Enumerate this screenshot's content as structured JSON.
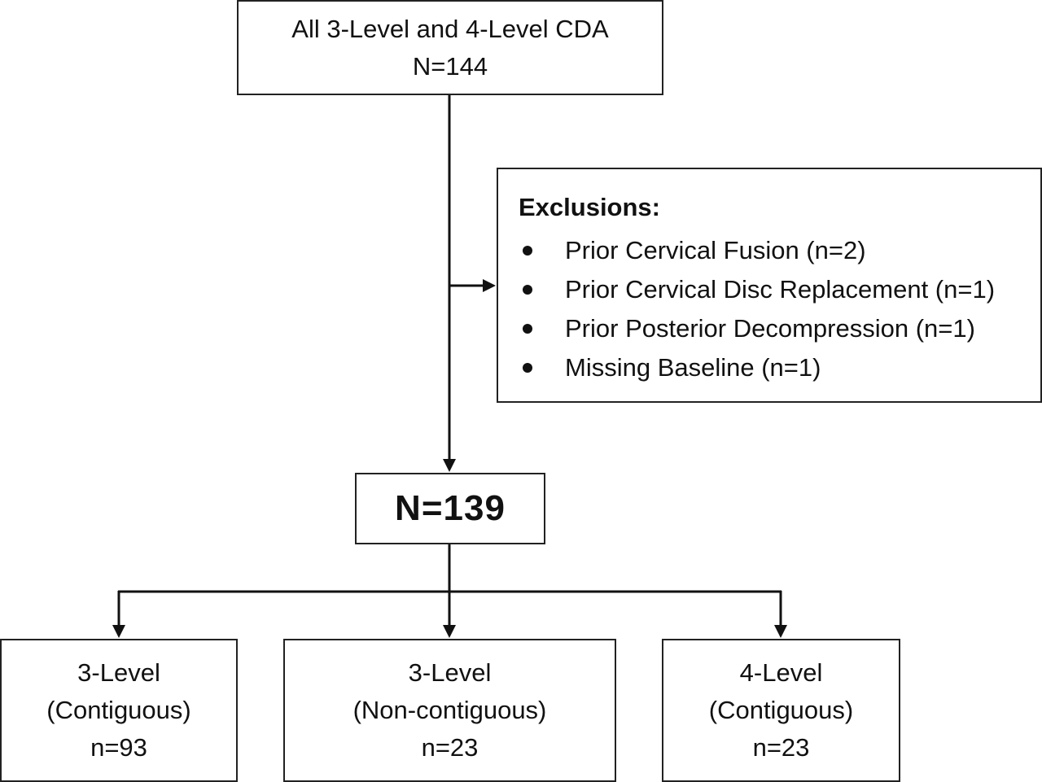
{
  "top_box": {
    "line1": "All 3-Level and 4-Level CDA",
    "line2": "N=144"
  },
  "exclusions": {
    "title": "Exclusions:",
    "items": [
      "Prior Cervical Fusion (n=2)",
      "Prior Cervical Disc Replacement (n=1)",
      "Prior Posterior Decompression (n=1)",
      "Missing Baseline (n=1)"
    ]
  },
  "middle_box": {
    "label": "N=139"
  },
  "groups": [
    {
      "line1": "3-Level",
      "line2": "(Contiguous)",
      "line3": "n=93"
    },
    {
      "line1": "3-Level",
      "line2": "(Non-contiguous)",
      "line3": "n=23"
    },
    {
      "line1": "4-Level",
      "line2": "(Contiguous)",
      "line3": "n=23"
    }
  ],
  "colors": {
    "line": "#111111",
    "border": "#222222",
    "background": "#ffffff"
  }
}
